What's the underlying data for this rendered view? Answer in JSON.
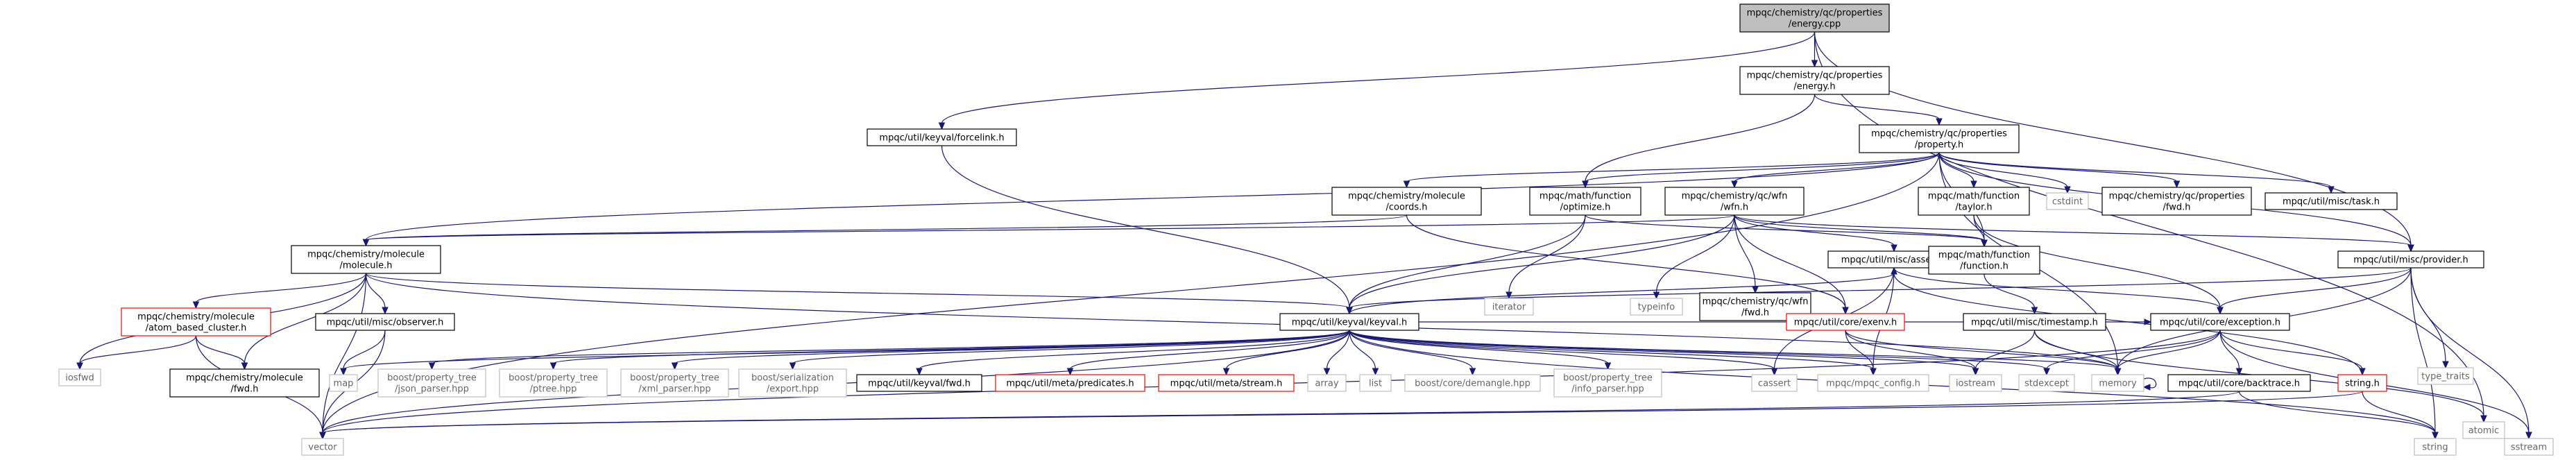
{
  "graph": {
    "colors": {
      "edge": "#191970",
      "documented_border": "#000000",
      "undocumented_border": "#ff0000",
      "external_border": "#bfbfbf",
      "root_fill": "#bfbfbf"
    },
    "nodes": [
      {
        "id": "energy_cpp",
        "kind": "root",
        "lines": [
          "mpqc/chemistry/qc/properties",
          "/energy.cpp"
        ]
      },
      {
        "id": "energy_h",
        "kind": "documented",
        "lines": [
          "mpqc/chemistry/qc/properties",
          "/energy.h"
        ]
      },
      {
        "id": "forcelink_h",
        "kind": "documented",
        "lines": [
          "mpqc/util/keyval/forcelink.h"
        ]
      },
      {
        "id": "property_h",
        "kind": "documented",
        "lines": [
          "mpqc/chemistry/qc/properties",
          "/property.h"
        ]
      },
      {
        "id": "coords_h",
        "kind": "documented",
        "lines": [
          "mpqc/chemistry/molecule",
          "/coords.h"
        ]
      },
      {
        "id": "optimize_h",
        "kind": "documented",
        "lines": [
          "mpqc/math/function",
          "/optimize.h"
        ]
      },
      {
        "id": "wfn_h",
        "kind": "documented",
        "lines": [
          "mpqc/chemistry/qc/wfn",
          "/wfn.h"
        ]
      },
      {
        "id": "taylor_h",
        "kind": "documented",
        "lines": [
          "mpqc/math/function",
          "/taylor.h"
        ]
      },
      {
        "id": "cstdint",
        "kind": "std",
        "lines": [
          "cstdint"
        ]
      },
      {
        "id": "props_fwd_h",
        "kind": "documented",
        "lines": [
          "mpqc/chemistry/qc/properties",
          "/fwd.h"
        ]
      },
      {
        "id": "task_h",
        "kind": "documented",
        "lines": [
          "mpqc/util/misc/task.h"
        ]
      },
      {
        "id": "atomic",
        "kind": "std",
        "lines": [
          "atomic"
        ]
      },
      {
        "id": "molecule_h",
        "kind": "documented",
        "lines": [
          "mpqc/chemistry/molecule",
          "/molecule.h"
        ]
      },
      {
        "id": "iterator",
        "kind": "std",
        "lines": [
          "iterator"
        ]
      },
      {
        "id": "typeinfo",
        "kind": "std",
        "lines": [
          "typeinfo"
        ]
      },
      {
        "id": "wfn_fwd_h",
        "kind": "documented",
        "lines": [
          "mpqc/chemistry/qc/wfn",
          "/fwd.h"
        ]
      },
      {
        "id": "assert_h",
        "kind": "documented",
        "lines": [
          "mpqc/util/misc/assert.h"
        ]
      },
      {
        "id": "function_h",
        "kind": "documented",
        "lines": [
          "mpqc/math/function",
          "/function.h"
        ]
      },
      {
        "id": "provider_h",
        "kind": "documented",
        "lines": [
          "mpqc/util/misc/provider.h"
        ]
      },
      {
        "id": "atom_based_cluster_h",
        "kind": "undocumented",
        "lines": [
          "mpqc/chemistry/molecule",
          "/atom_based_cluster.h"
        ]
      },
      {
        "id": "observer_h",
        "kind": "documented",
        "lines": [
          "mpqc/util/misc/observer.h"
        ]
      },
      {
        "id": "keyval_h",
        "kind": "documented",
        "lines": [
          "mpqc/util/keyval/keyval.h"
        ]
      },
      {
        "id": "exenv_h",
        "kind": "undocumented",
        "lines": [
          "mpqc/util/core/exenv.h"
        ]
      },
      {
        "id": "timestamp_h",
        "kind": "documented",
        "lines": [
          "mpqc/util/misc/timestamp.h"
        ]
      },
      {
        "id": "exception_h",
        "kind": "documented",
        "lines": [
          "mpqc/util/core/exception.h"
        ]
      },
      {
        "id": "type_traits",
        "kind": "std",
        "lines": [
          "type_traits"
        ]
      },
      {
        "id": "iosfwd",
        "kind": "std",
        "lines": [
          "iosfwd"
        ]
      },
      {
        "id": "mol_fwd_h",
        "kind": "documented",
        "lines": [
          "mpqc/chemistry/molecule",
          "/fwd.h"
        ]
      },
      {
        "id": "map",
        "kind": "std",
        "lines": [
          "map"
        ]
      },
      {
        "id": "json_parser",
        "kind": "std",
        "lines": [
          "boost/property_tree",
          "/json_parser.hpp"
        ]
      },
      {
        "id": "ptree",
        "kind": "std",
        "lines": [
          "boost/property_tree",
          "/ptree.hpp"
        ]
      },
      {
        "id": "xml_parser",
        "kind": "std",
        "lines": [
          "boost/property_tree",
          "/xml_parser.hpp"
        ]
      },
      {
        "id": "ser_export",
        "kind": "std",
        "lines": [
          "boost/serialization",
          "/export.hpp"
        ]
      },
      {
        "id": "keyval_fwd_h",
        "kind": "documented",
        "lines": [
          "mpqc/util/keyval/fwd.h"
        ]
      },
      {
        "id": "predicates_h",
        "kind": "undocumented",
        "lines": [
          "mpqc/util/meta/predicates.h"
        ]
      },
      {
        "id": "stream_h",
        "kind": "undocumented",
        "lines": [
          "mpqc/util/meta/stream.h"
        ]
      },
      {
        "id": "array",
        "kind": "std",
        "lines": [
          "array"
        ]
      },
      {
        "id": "list",
        "kind": "std",
        "lines": [
          "list"
        ]
      },
      {
        "id": "demangle",
        "kind": "std",
        "lines": [
          "boost/core/demangle.hpp"
        ]
      },
      {
        "id": "info_parser",
        "kind": "std",
        "lines": [
          "boost/property_tree",
          "/info_parser.hpp"
        ]
      },
      {
        "id": "cassert",
        "kind": "std",
        "lines": [
          "cassert"
        ]
      },
      {
        "id": "mpqc_config",
        "kind": "std",
        "lines": [
          "mpqc/mpqc_config.h"
        ]
      },
      {
        "id": "iostream",
        "kind": "std",
        "lines": [
          "iostream"
        ]
      },
      {
        "id": "stdexcept",
        "kind": "std",
        "lines": [
          "stdexcept"
        ]
      },
      {
        "id": "memory",
        "kind": "std",
        "lines": [
          "memory"
        ]
      },
      {
        "id": "backtrace_h",
        "kind": "documented",
        "lines": [
          "mpqc/util/core/backtrace.h"
        ]
      },
      {
        "id": "string_h",
        "kind": "undocumented",
        "lines": [
          "string.h"
        ]
      },
      {
        "id": "vector",
        "kind": "std",
        "lines": [
          "vector"
        ]
      },
      {
        "id": "string",
        "kind": "std",
        "lines": [
          "string"
        ]
      },
      {
        "id": "sstream",
        "kind": "std",
        "lines": [
          "sstream"
        ]
      }
    ]
  }
}
